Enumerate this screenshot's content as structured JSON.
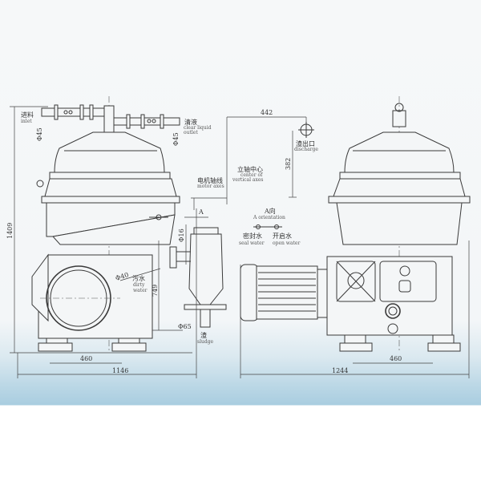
{
  "labels": {
    "inlet_cn": "进料",
    "inlet_en": "inlet",
    "inlet_dia": "Φ45",
    "outlet_cn": "清液",
    "outlet_en_1": "clear liquid",
    "outlet_en_2": "outlet",
    "outlet_dia": "Φ45",
    "discharge_cn": "渣出口",
    "discharge_en": "discharge",
    "motor_axes_cn": "电机轴线",
    "motor_axes_en": "motor axes",
    "vertical_axes_cn": "立轴中心",
    "vertical_axes_en_1": "center of",
    "vertical_axes_en_2": "vertical axes",
    "a_arrow": "A",
    "a_orient_cn": "A向",
    "a_orient_en": "A orientation",
    "seal_water_cn": "密封水",
    "seal_water_en": "seal water",
    "open_water_cn": "开启水",
    "open_water_en": "open water",
    "dia16": "Φ16",
    "dia40": "Φ40",
    "dirty_water_cn": "污水",
    "dirty_water_en_1": "dirty",
    "dirty_water_en_2": "water",
    "dia65": "Φ65",
    "sludge_cn": "渣",
    "sludge_en": "sludge"
  },
  "dimensions": {
    "total_height": "1409",
    "discharge_offset_x": "442",
    "discharge_offset_y": "382",
    "outlet_height": "749",
    "left_foot_span": "460",
    "left_width": "1146",
    "right_width": "1244",
    "right_foot_span": "460"
  }
}
